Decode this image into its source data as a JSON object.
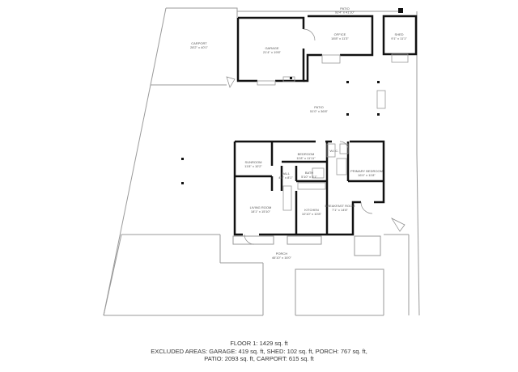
{
  "rooms": {
    "carport": {
      "name": "CARPORT",
      "dims": "28'2\" x 40'1\""
    },
    "garage": {
      "name": "GARAGE",
      "dims": "21'4\" x 19'8\""
    },
    "office": {
      "name": "OFFICE",
      "dims": "18'8\" x 11'3\""
    },
    "shed": {
      "name": "SHED",
      "dims": "9'1\" x 11'1\""
    },
    "patio_top": {
      "name": "PATIO",
      "dims": "93'4\" x 41'10\""
    },
    "patio_mid": {
      "name": "PATIO",
      "dims": "51'0\" x 36'8\""
    },
    "sunroom": {
      "name": "SUNROOM",
      "dims": "11'8\" x 10'2\""
    },
    "bedroom": {
      "name": "BEDROOM",
      "dims": "11'8\" x 11'11\""
    },
    "wic": {
      "name": "W.I.C.",
      "dims": ""
    },
    "primary_bedroom": {
      "name": "PRIMARY BEDROOM",
      "dims": "16'4\" x 11'8\""
    },
    "hall": {
      "name": "HALL",
      "dims": "4'6\" x 8'1\""
    },
    "bath": {
      "name": "BATH",
      "dims": "5'10\" x 5'1\""
    },
    "living_room": {
      "name": "LIVING ROOM",
      "dims": "18'1\" x 15'10\""
    },
    "kitchen": {
      "name": "KITCHEN",
      "dims": "10'10\" x 10'8\""
    },
    "breakfast_room": {
      "name": "BREAKFAST ROOM",
      "dims": "7'1\" x 14'8\""
    },
    "porch": {
      "name": "PORCH",
      "dims": "46'10\" x 16'0\""
    }
  },
  "summary": {
    "line1": "FLOOR 1: 1429 sq. ft",
    "line2": "EXCLUDED AREAS: GARAGE: 419 sq. ft, SHED: 102 sq. ft, PORCH: 767 sq. ft,",
    "line3": "PATIO: 2093 sq. ft, CARPORT: 615 sq. ft"
  },
  "colors": {
    "wall": "#111111",
    "thin_line": "#9a9a9a",
    "text": "#555555"
  }
}
